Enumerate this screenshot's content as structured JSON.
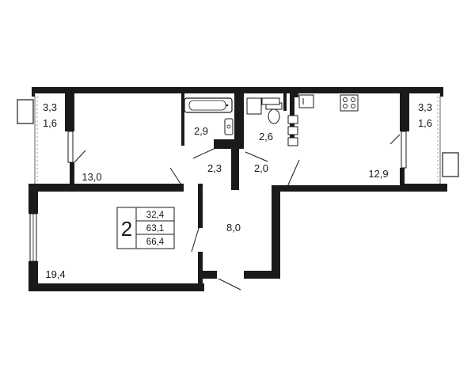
{
  "plan": {
    "room_count": "2",
    "totals": {
      "living_area": "32,4",
      "total_area": "63,1",
      "total_area_with_balconies": "66,4"
    },
    "rooms": {
      "balcony_left_area": "3,3",
      "balcony_left_area_reduced": "1,6",
      "bedroom_area": "13,0",
      "bathroom_area": "2,9",
      "toilet_area": "2,6",
      "kitchen_area": "12,9",
      "balcony_right_area": "3,3",
      "balcony_right_area_reduced": "1,6",
      "corridor_left_area": "2,3",
      "corridor_right_area": "2,0",
      "hall_area": "8,0",
      "living_room_area": "19,4"
    },
    "fixtures": [
      "bathtub-icon",
      "washbasin-icon",
      "toilet-icon",
      "sink-icon",
      "stove-icon"
    ],
    "colors": {
      "wall": "#1a1a1a",
      "fixture": "#1a1a1a",
      "background": "#ffffff"
    }
  }
}
